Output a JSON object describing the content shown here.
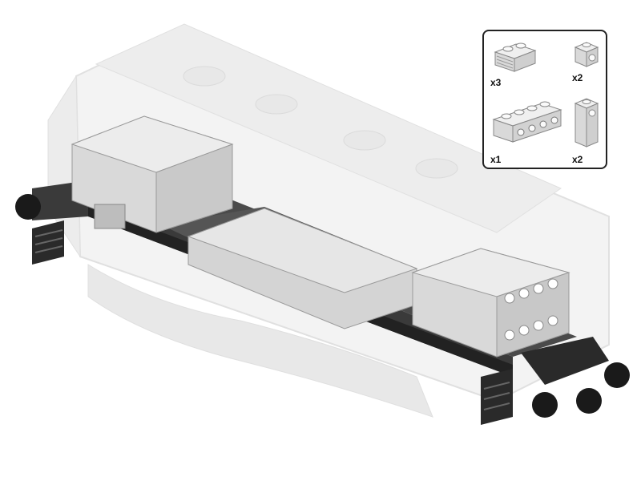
{
  "illustration": {
    "subject": "locomotive-chassis-build-step",
    "colors": {
      "ghost_body": "#f0f0f0",
      "ghost_outline": "#dcdcdc",
      "light_gray_brick": "#d9d9d9",
      "light_gray_edge": "#9a9a9a",
      "dark_gray_plate": "#3a3a3a",
      "black": "#1a1a1a"
    }
  },
  "parts_list": {
    "items": [
      {
        "part": "brick-1x2-grille",
        "qty": "x3"
      },
      {
        "part": "brick-1x1-side-stud",
        "qty": "x2"
      },
      {
        "part": "technic-brick-1x4-holes",
        "qty": "x1"
      },
      {
        "part": "brick-1x1x2-side-stud",
        "qty": "x2"
      }
    ]
  }
}
